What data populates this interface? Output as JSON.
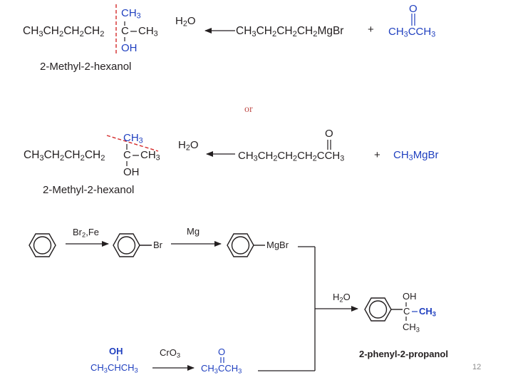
{
  "colors": {
    "blue": "#1f3fbf",
    "red_dash": "#d42a2a",
    "or_text": "#c0504d"
  },
  "scheme1": {
    "methyl_top": "CH3",
    "chain": "CH3CH2CH2CH2",
    "center": "C",
    "right_methyl": "CH3",
    "oh": "OH",
    "name": "2-Methyl-2-hexanol",
    "reagent": "H2O",
    "grignard": "CH3CH2CH2CH2MgBr",
    "plus": "+",
    "ketone_o": "O",
    "ketone": "CH3CCH3"
  },
  "or_label": "or",
  "scheme2": {
    "methyl_top": "CH3",
    "chain": "CH3CH2CH2CH2",
    "center": "C",
    "right_methyl": "CH3",
    "oh": "OH",
    "name": "2-Methyl-2-hexanol",
    "reagent": "H2O",
    "ketone_o": "O",
    "ketone": "CH3CH2CH2CH2CCH3",
    "plus": "+",
    "grignard": "CH3MgBr"
  },
  "scheme3": {
    "reagent1": "Br2,Fe",
    "br": "Br",
    "reagent2": "Mg",
    "mgbr": "MgBr",
    "reagent3": "H2O",
    "prod_oh": "OH",
    "prod_c": "C",
    "prod_ch3_right": "CH3",
    "prod_ch3_bottom": "CH3",
    "product_name": "2-phenyl-2-propanol",
    "alcohol_oh": "OH",
    "alcohol": "CH3CHCH3",
    "reagent4": "CrO3",
    "ketone_o": "O",
    "ketone": "CH3CCH3"
  },
  "page_number": "12"
}
